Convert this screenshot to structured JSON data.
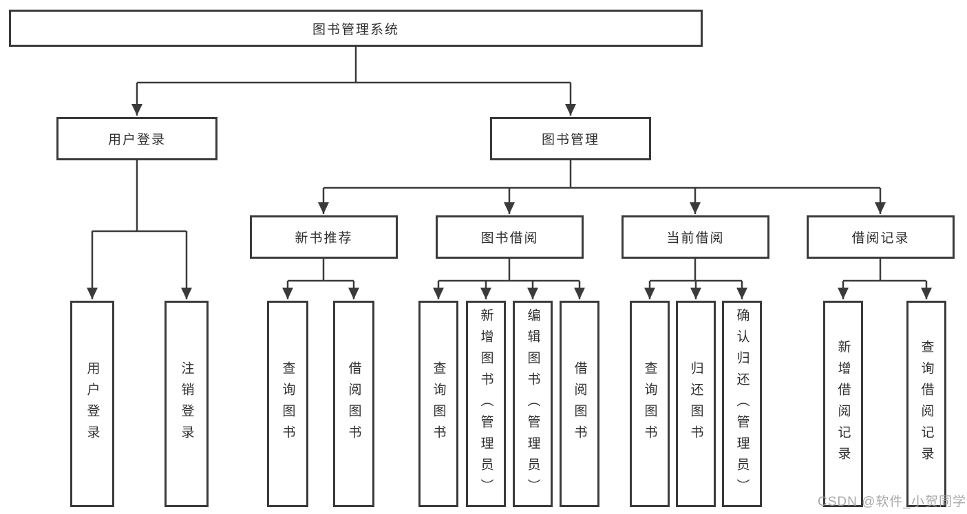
{
  "tree": {
    "label": "图书管理系统",
    "children": [
      {
        "label": "用户登录",
        "children": [
          {
            "label": "用户登录"
          },
          {
            "label": "注销登录"
          }
        ]
      },
      {
        "label": "图书管理",
        "children": [
          {
            "label": "新书推荐",
            "children": [
              {
                "label": "查询图书"
              },
              {
                "label": "借阅图书"
              }
            ]
          },
          {
            "label": "图书借阅",
            "children": [
              {
                "label": "查询图书"
              },
              {
                "label": "新增图书（管理员）"
              },
              {
                "label": "编辑图书（管理员）"
              },
              {
                "label": "借阅图书"
              }
            ]
          },
          {
            "label": "当前借阅",
            "children": [
              {
                "label": "查询图书"
              },
              {
                "label": "归还图书"
              },
              {
                "label": "确认归还（管理员）"
              }
            ]
          },
          {
            "label": "借阅记录",
            "children": [
              {
                "label": "新增借阅记录"
              },
              {
                "label": "查询借阅记录"
              }
            ]
          }
        ]
      }
    ]
  },
  "watermark": {
    "text": "CSDN @软件_小贺同学"
  },
  "colors": {
    "line": "#3a3a3a",
    "text": "#2f2f2f",
    "watermark": "#9e9e9e"
  }
}
